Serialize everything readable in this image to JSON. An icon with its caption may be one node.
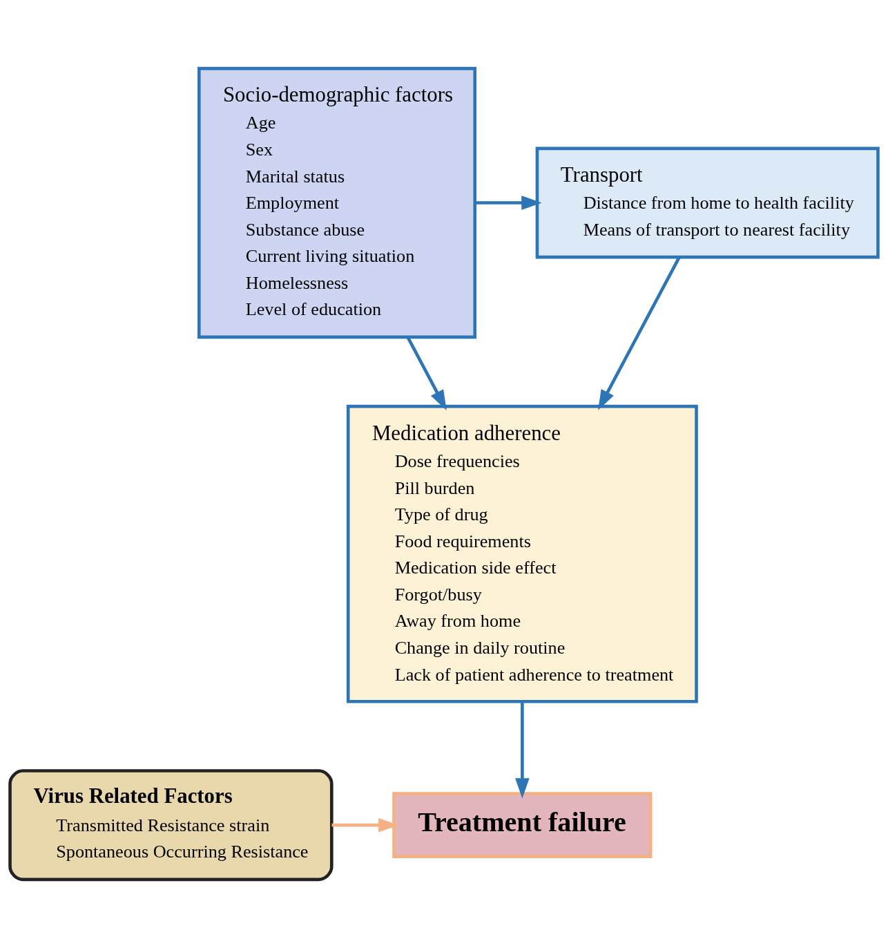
{
  "diagram": {
    "nodes": [
      {
        "text": [
          "Transport",
          "Distance from home to health facility",
          "Means of transport to nearest facility"
        ]
      },
      {
        "text": [
          "Socio-demographic factors",
          "Age",
          "Sex",
          "Marital status",
          "Employment",
          "Substance abuse",
          "Current living situation",
          "Homelessness",
          "Level of education"
        ]
      },
      {
        "text": [
          "Medication adherence",
          "Dose frequencies",
          "Pill burden",
          "Type of drug",
          "Food requirements",
          "Medication side effect",
          "Forgot/busy",
          "Away from home",
          "Change in daily routine",
          "Lack of patient adherence to treatment"
        ]
      },
      {
        "text": [
          "Treatment failure"
        ]
      },
      {
        "text": [
          "Virus Related Factors",
          "Transmitted Resistance strain",
          "Spontaneous Occurring Resistance"
        ]
      }
    ],
    "edges": [
      {
        "from": 1,
        "to": 0,
        "arrow": "to"
      },
      {
        "from": 0,
        "to": 2,
        "arrow": "to"
      },
      {
        "from": 1,
        "to": 2,
        "arrow": "to"
      },
      {
        "from": 2,
        "to": 3,
        "arrow": "to"
      },
      {
        "from": 4,
        "to": 3,
        "arrow": "to",
        "color": "#f4b183"
      }
    ]
  }
}
